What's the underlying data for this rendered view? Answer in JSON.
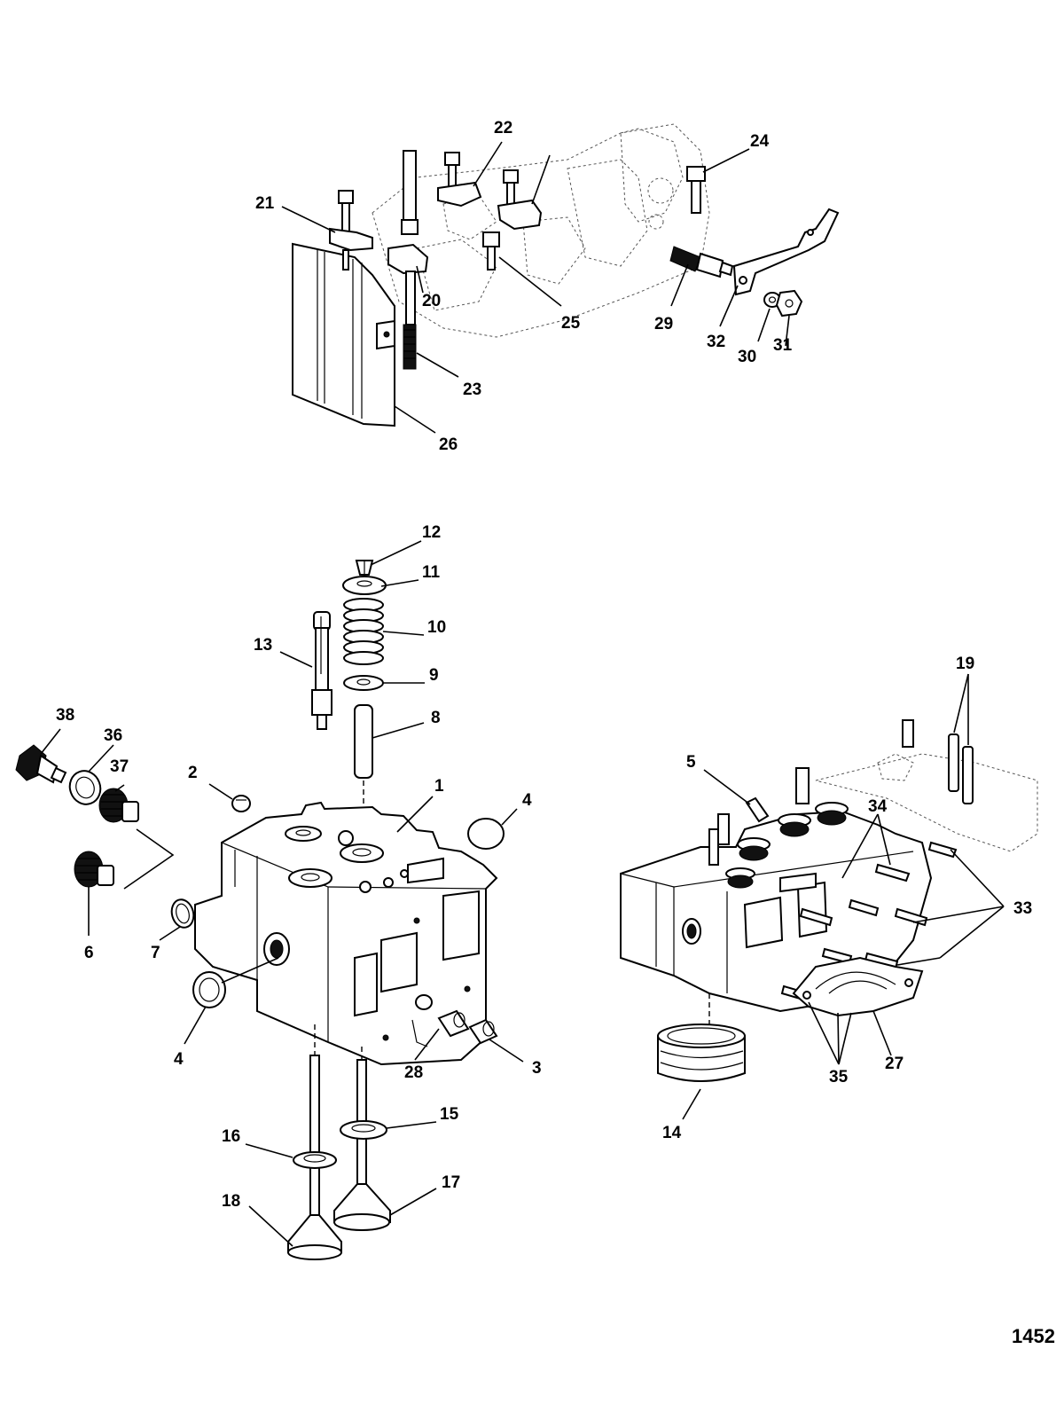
{
  "figure_number": "1452",
  "callouts": [
    "1",
    "2",
    "3",
    "4",
    "4",
    "5",
    "6",
    "7",
    "8",
    "9",
    "10",
    "11",
    "12",
    "13",
    "14",
    "15",
    "16",
    "17",
    "18",
    "19",
    "20",
    "21",
    "22",
    "23",
    "24",
    "25",
    "26",
    "27",
    "28",
    "29",
    "30",
    "31",
    "32",
    "33",
    "34",
    "35",
    "36",
    "37",
    "38"
  ],
  "colors": {
    "ink": "#000000",
    "background": "#ffffff"
  }
}
